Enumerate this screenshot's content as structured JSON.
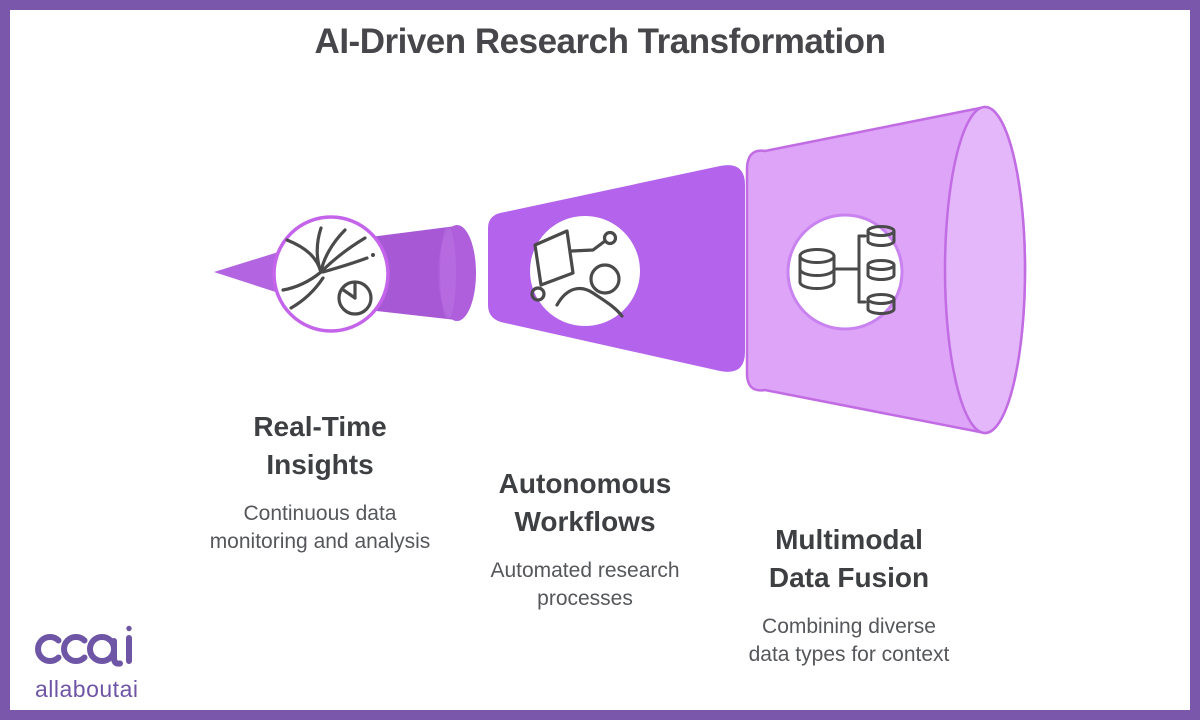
{
  "title": "AI-Driven Research Transformation",
  "funnel": {
    "type": "horizontal-expanding-funnel",
    "stages": [
      {
        "name": "Real-Time Insights",
        "description": "Continuous data monitoring and analysis",
        "icon": "realtime-insights-icon",
        "fill": "#A758D5"
      },
      {
        "name": "Autonomous Workflows",
        "description": "Automated research processes",
        "icon": "autonomous-workflows-icon",
        "fill": "#B464EC"
      },
      {
        "name": "Multimodal Data Fusion",
        "description": "Combining diverse data types for context",
        "icon": "multimodal-data-fusion-icon",
        "fill": "#DDA4F7"
      }
    ]
  },
  "branding": {
    "logo_mark": "ccai",
    "logo_text": "allaboutai"
  },
  "colors": {
    "frame_border": "#7B57AB",
    "background": "#FFFFFF",
    "stage1_fill": "#A758D5",
    "stage1_cap": "#AF5FDB",
    "stage2_fill": "#B464EC",
    "stage3_fill": "#DDA4F7",
    "stage3_cap": "#E4B6FA",
    "stage3_stroke": "#C26CE4",
    "circle_ring": "#C464EA",
    "title_text": "#47474B",
    "heading_text": "#3D3F42",
    "body_text": "#55575A",
    "icon_stroke": "#4A4A4A",
    "logo_purple": "#6F55A6"
  }
}
